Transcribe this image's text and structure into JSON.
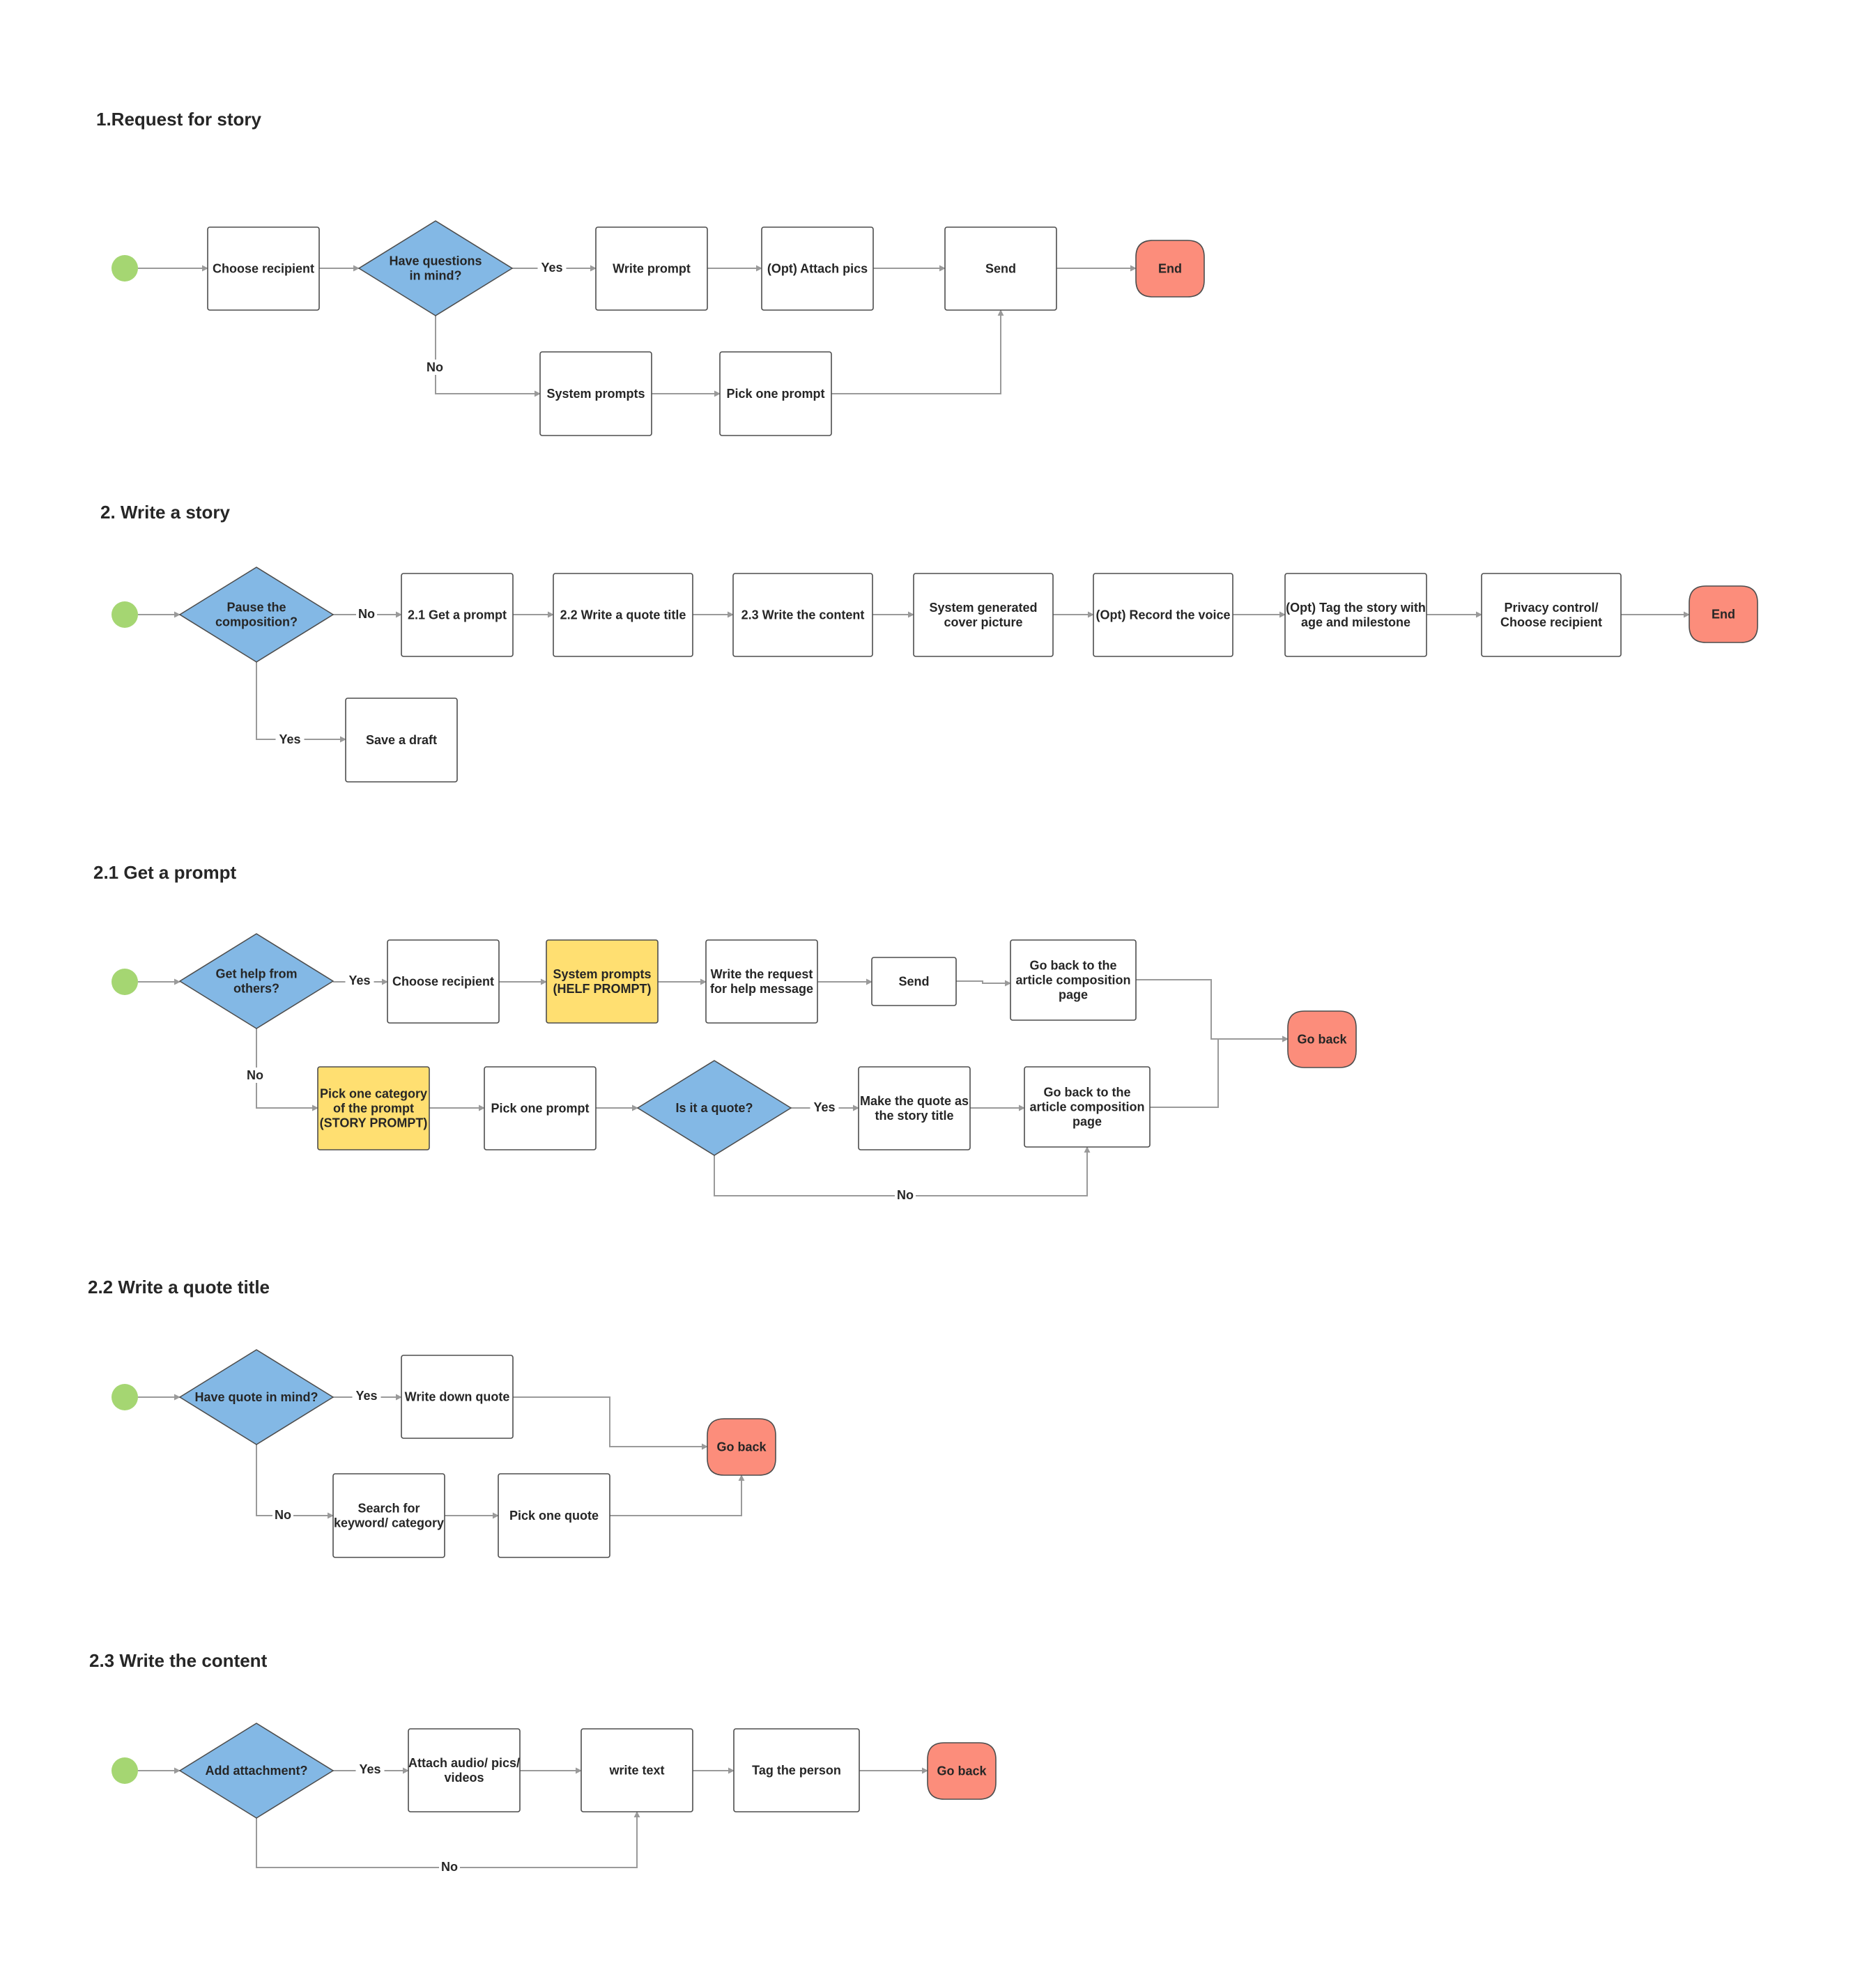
{
  "colors": {
    "start": "#a5d672",
    "decision": "#83b8e5",
    "terminal": "#fc8d7b",
    "highlight": "#ffdf71",
    "box": "#ffffff",
    "stroke": "#4d4d4d",
    "edge": "#9a9a9a"
  },
  "sections": [
    {
      "title": "1.Request for story",
      "nodes": [
        {
          "id": "s",
          "type": "start"
        },
        {
          "id": "n1",
          "type": "process",
          "label": [
            "Choose recipient"
          ]
        },
        {
          "id": "d1",
          "type": "decision",
          "label": [
            "Have questions",
            "in mind?"
          ]
        },
        {
          "id": "n2",
          "type": "process",
          "label": [
            "Write prompt"
          ]
        },
        {
          "id": "n3",
          "type": "process",
          "label": [
            "(Opt) Attach pics"
          ]
        },
        {
          "id": "n4",
          "type": "process",
          "label": [
            "Send"
          ]
        },
        {
          "id": "e",
          "type": "terminal",
          "label": [
            "End"
          ]
        },
        {
          "id": "n5",
          "type": "process",
          "label": [
            "System prompts"
          ]
        },
        {
          "id": "n6",
          "type": "process",
          "label": [
            "Pick one prompt"
          ]
        }
      ],
      "edges": [
        {
          "from": "s",
          "to": "n1"
        },
        {
          "from": "n1",
          "to": "d1"
        },
        {
          "from": "d1",
          "to": "n2",
          "label": "Yes"
        },
        {
          "from": "n2",
          "to": "n3"
        },
        {
          "from": "n3",
          "to": "n4"
        },
        {
          "from": "n4",
          "to": "e"
        },
        {
          "from": "d1",
          "to": "n5",
          "label": "No"
        },
        {
          "from": "n5",
          "to": "n6"
        },
        {
          "from": "n6",
          "to": "n4"
        }
      ]
    },
    {
      "title": "2. Write a story",
      "nodes": [
        {
          "id": "s",
          "type": "start"
        },
        {
          "id": "d1",
          "type": "decision",
          "label": [
            "Pause the",
            "composition?"
          ]
        },
        {
          "id": "n1",
          "type": "process",
          "label": [
            "2.1 Get a prompt"
          ]
        },
        {
          "id": "n2",
          "type": "process",
          "label": [
            "2.2 Write a quote title"
          ]
        },
        {
          "id": "n3",
          "type": "process",
          "label": [
            "2.3 Write the content"
          ]
        },
        {
          "id": "n4",
          "type": "process",
          "label": [
            "System generated",
            "cover picture"
          ]
        },
        {
          "id": "n5",
          "type": "process",
          "label": [
            "(Opt) Record the voice"
          ]
        },
        {
          "id": "n6",
          "type": "process",
          "label": [
            "(Opt) Tag the story with",
            "age and milestone"
          ]
        },
        {
          "id": "n7",
          "type": "process",
          "label": [
            "Privacy control/",
            "Choose recipient"
          ]
        },
        {
          "id": "e",
          "type": "terminal",
          "label": [
            "End"
          ]
        },
        {
          "id": "n8",
          "type": "process",
          "label": [
            "Save a draft"
          ]
        }
      ],
      "edges": [
        {
          "from": "s",
          "to": "d1"
        },
        {
          "from": "d1",
          "to": "n1",
          "label": "No"
        },
        {
          "from": "n1",
          "to": "n2"
        },
        {
          "from": "n2",
          "to": "n3"
        },
        {
          "from": "n3",
          "to": "n4"
        },
        {
          "from": "n4",
          "to": "n5"
        },
        {
          "from": "n5",
          "to": "n6"
        },
        {
          "from": "n6",
          "to": "n7"
        },
        {
          "from": "n7",
          "to": "e"
        },
        {
          "from": "d1",
          "to": "n8",
          "label": "Yes"
        }
      ]
    },
    {
      "title": "2.1 Get a prompt",
      "nodes": [
        {
          "id": "s",
          "type": "start"
        },
        {
          "id": "d1",
          "type": "decision",
          "label": [
            "Get help from",
            "others?"
          ]
        },
        {
          "id": "n1",
          "type": "process",
          "label": [
            "Choose recipient"
          ]
        },
        {
          "id": "n2",
          "type": "process",
          "highlight": true,
          "label": [
            "System prompts",
            "(HELF PROMPT)"
          ]
        },
        {
          "id": "n3",
          "type": "process",
          "label": [
            "Write the request",
            "for help message"
          ]
        },
        {
          "id": "n4",
          "type": "process",
          "label": [
            "Send"
          ]
        },
        {
          "id": "n5",
          "type": "process",
          "label": [
            "Go back to the",
            "article composition",
            "page"
          ]
        },
        {
          "id": "e",
          "type": "terminal",
          "label": [
            "Go back"
          ]
        },
        {
          "id": "n6",
          "type": "process",
          "highlight": true,
          "label": [
            "Pick one category",
            "of the prompt",
            "(STORY PROMPT)"
          ]
        },
        {
          "id": "n7",
          "type": "process",
          "label": [
            "Pick one prompt"
          ]
        },
        {
          "id": "d2",
          "type": "decision",
          "label": [
            "Is it a quote?"
          ]
        },
        {
          "id": "n8",
          "type": "process",
          "label": [
            "Make the quote as",
            "the story title"
          ]
        },
        {
          "id": "n9",
          "type": "process",
          "label": [
            "Go back to the",
            "article composition",
            "page"
          ]
        }
      ],
      "edges": [
        {
          "from": "s",
          "to": "d1"
        },
        {
          "from": "d1",
          "to": "n1",
          "label": "Yes"
        },
        {
          "from": "n1",
          "to": "n2"
        },
        {
          "from": "n2",
          "to": "n3"
        },
        {
          "from": "n3",
          "to": "n4"
        },
        {
          "from": "n4",
          "to": "n5"
        },
        {
          "from": "n5",
          "to": "e"
        },
        {
          "from": "d1",
          "to": "n6",
          "label": "No"
        },
        {
          "from": "n6",
          "to": "n7"
        },
        {
          "from": "n7",
          "to": "d2"
        },
        {
          "from": "d2",
          "to": "n8",
          "label": "Yes"
        },
        {
          "from": "n8",
          "to": "n9"
        },
        {
          "from": "d2",
          "to": "n9",
          "label": "No"
        },
        {
          "from": "n9",
          "to": "e"
        }
      ]
    },
    {
      "title": "2.2 Write a quote title",
      "nodes": [
        {
          "id": "s",
          "type": "start"
        },
        {
          "id": "d1",
          "type": "decision",
          "label": [
            "Have quote in mind?"
          ]
        },
        {
          "id": "n1",
          "type": "process",
          "label": [
            "Write down quote"
          ]
        },
        {
          "id": "e",
          "type": "terminal",
          "label": [
            "Go back"
          ]
        },
        {
          "id": "n2",
          "type": "process",
          "label": [
            "Search for",
            "keyword/ category"
          ]
        },
        {
          "id": "n3",
          "type": "process",
          "label": [
            "Pick one quote"
          ]
        }
      ],
      "edges": [
        {
          "from": "s",
          "to": "d1"
        },
        {
          "from": "d1",
          "to": "n1",
          "label": "Yes"
        },
        {
          "from": "n1",
          "to": "e"
        },
        {
          "from": "d1",
          "to": "n2",
          "label": "No"
        },
        {
          "from": "n2",
          "to": "n3"
        },
        {
          "from": "n3",
          "to": "e"
        }
      ]
    },
    {
      "title": "2.3 Write the content",
      "nodes": [
        {
          "id": "s",
          "type": "start"
        },
        {
          "id": "d1",
          "type": "decision",
          "label": [
            "Add attachment?"
          ]
        },
        {
          "id": "n1",
          "type": "process",
          "label": [
            "Attach audio/ pics/",
            "videos"
          ]
        },
        {
          "id": "n2",
          "type": "process",
          "label": [
            "write text"
          ]
        },
        {
          "id": "n3",
          "type": "process",
          "label": [
            "Tag the person"
          ]
        },
        {
          "id": "e",
          "type": "terminal",
          "label": [
            "Go back"
          ]
        }
      ],
      "edges": [
        {
          "from": "s",
          "to": "d1"
        },
        {
          "from": "d1",
          "to": "n1",
          "label": "Yes"
        },
        {
          "from": "n1",
          "to": "n2"
        },
        {
          "from": "n2",
          "to": "n3"
        },
        {
          "from": "n3",
          "to": "e"
        },
        {
          "from": "d1",
          "to": "n2",
          "label": "No"
        }
      ]
    }
  ]
}
